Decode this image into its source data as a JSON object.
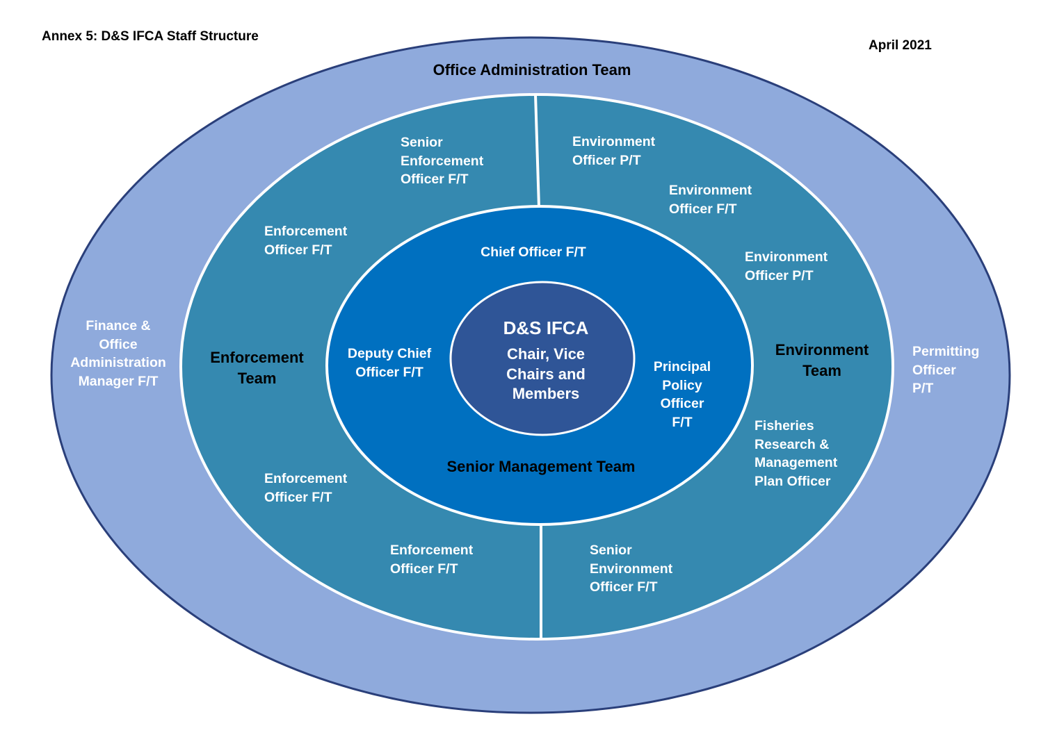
{
  "header": {
    "title": "Annex 5: D&S IFCA Staff Structure",
    "date": "April 2021"
  },
  "colors": {
    "outer_ring": "#8FAADC",
    "team_ring": "#3589B0",
    "senior_ring": "#0070C0",
    "core": "#2F5597",
    "dividers": "#ffffff",
    "outline": "#2A3F7A"
  },
  "outer_ring": {
    "label": "Office Administration Team",
    "left_role": "Finance &\nOffice\nAdministration\nManager F/T",
    "right_role": "Permitting\nOfficer\nP/T"
  },
  "enforcement_team": {
    "label": "Enforcement\nTeam",
    "roles": [
      "Senior\nEnforcement\nOfficer F/T",
      "Enforcement\nOfficer F/T",
      "Enforcement\nOfficer F/T",
      "Enforcement\nOfficer F/T"
    ]
  },
  "environment_team": {
    "label": "Environment\nTeam",
    "roles": [
      "Environment\nOfficer P/T",
      "Environment\nOfficer F/T",
      "Environment\nOfficer P/T",
      "Fisheries\nResearch &\nManagement\nPlan Officer",
      "Senior\nEnvironment\nOfficer F/T"
    ]
  },
  "senior_management_team": {
    "label": "Senior Management Team",
    "roles": [
      "Chief Officer F/T",
      "Deputy Chief\nOfficer F/T",
      "Principal\nPolicy\nOfficer\nF/T"
    ]
  },
  "core": {
    "title": "D&S IFCA",
    "subtitle": "Chair, Vice\nChairs and\nMembers"
  }
}
